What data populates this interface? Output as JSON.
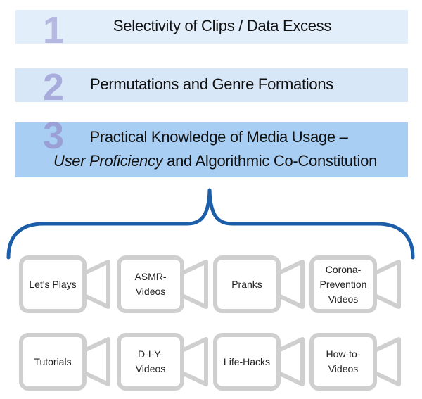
{
  "steps": [
    {
      "number": "1",
      "label": "Selectivity of Clips / Data Excess"
    },
    {
      "number": "2",
      "label": "Permutations and Genre Formations"
    },
    {
      "number": "3",
      "label_line1": "Practical Knowledge of Media Usage –",
      "label_line2_italic": "User Proficiency",
      "label_line2_rest": " and Algorithmic Co-Constitution"
    }
  ],
  "categories": [
    {
      "label": "Let's Plays"
    },
    {
      "label": "ASMR-\nVideos"
    },
    {
      "label": "Pranks"
    },
    {
      "label": "Corona-\nPrevention\nVideos"
    },
    {
      "label": "Tutorials"
    },
    {
      "label": "D-I-Y-\nVideos"
    },
    {
      "label": "Life-Hacks"
    },
    {
      "label": "How-to-\nVideos"
    }
  ],
  "colors": {
    "brace": "#1c5fa8",
    "camera_outline": "#cfcfcf",
    "band_3": "#a9cef3",
    "number": "#9da3d6"
  },
  "icon": "video-camera-icon"
}
